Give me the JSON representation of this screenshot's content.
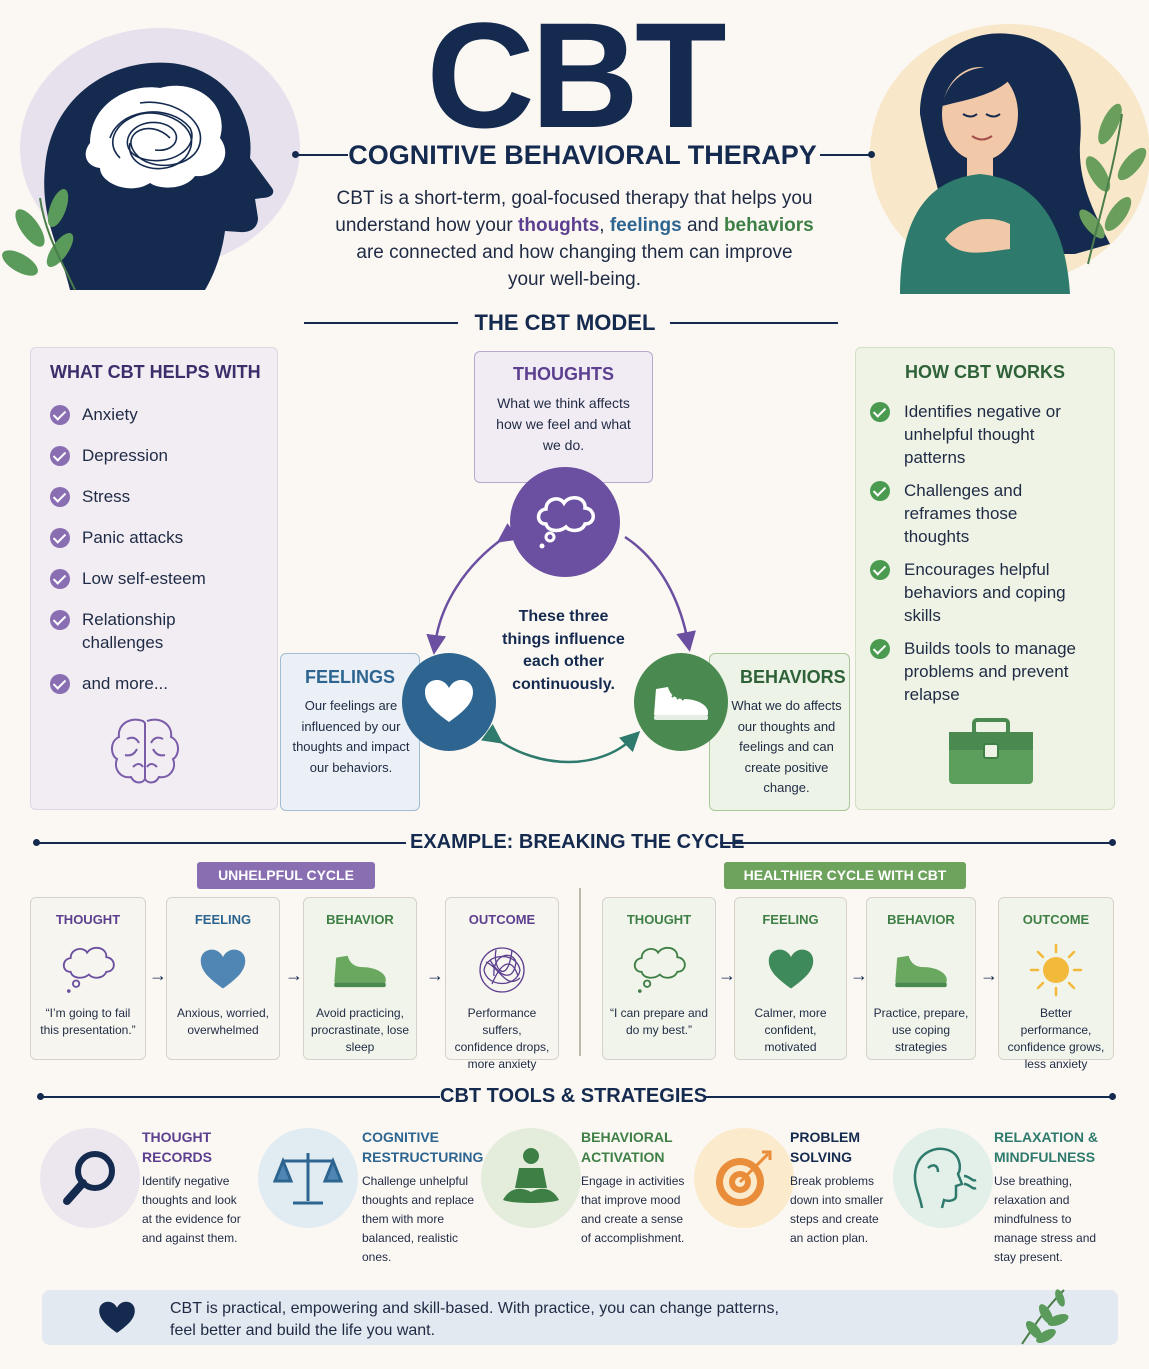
{
  "header": {
    "title": "CBT",
    "subtitle": "COGNITIVE BEHAVIORAL THERAPY",
    "intro_a": "CBT is a short-term, goal-focused therapy that helps you",
    "intro_b": "understand how your",
    "intro_thoughts": "thoughts",
    "intro_comma": ",",
    "intro_feelings": "feelings",
    "intro_and": "and",
    "intro_behaviors": "behaviors",
    "intro_c": "are connected and how changing them can improve",
    "intro_d": "your well-being."
  },
  "model": {
    "title": "THE CBT MODEL",
    "center_text": "These three things influence each other continuously.",
    "thoughts": {
      "title": "THOUGHTS",
      "text": "What we think affects how we feel and what we do."
    },
    "feelings": {
      "title": "FEELINGS",
      "text": "Our feelings are influenced by our thoughts and impact our behaviors."
    },
    "behaviors": {
      "title": "BEHAVIORS",
      "text": "What we do affects our thoughts and feelings and can create positive change."
    }
  },
  "helps": {
    "title": "WHAT CBT HELPS WITH",
    "items": [
      "Anxiety",
      "Depression",
      "Stress",
      "Panic attacks",
      "Low self-esteem",
      "Relationship challenges",
      "and more..."
    ]
  },
  "works": {
    "title": "HOW CBT WORKS",
    "items": [
      "Identifies negative or unhelpful thought patterns",
      "Challenges and reframes those thoughts",
      "Encourages helpful behaviors and coping skills",
      "Builds tools to manage problems and prevent relapse"
    ]
  },
  "example": {
    "title": "EXAMPLE: BREAKING THE CYCLE",
    "unhelpful_label": "UNHELPFUL CYCLE",
    "healthier_label": "HEALTHIER CYCLE WITH CBT",
    "unhelpful": [
      {
        "head": "THOUGHT",
        "text": "“I’m going to fail this presentation.”"
      },
      {
        "head": "FEELING",
        "text": "Anxious, worried, overwhelmed"
      },
      {
        "head": "BEHAVIOR",
        "text": "Avoid practicing, procrastinate, lose sleep"
      },
      {
        "head": "OUTCOME",
        "text": "Performance suffers, confidence drops, more anxiety"
      }
    ],
    "healthier": [
      {
        "head": "THOUGHT",
        "text": "“I can prepare and do my best.”"
      },
      {
        "head": "FEELING",
        "text": "Calmer, more confident, motivated"
      },
      {
        "head": "BEHAVIOR",
        "text": "Practice, prepare, use coping strategies"
      },
      {
        "head": "OUTCOME",
        "text": "Better performance, confidence grows, less anxiety"
      }
    ]
  },
  "tools": {
    "title": "CBT TOOLS & STRATEGIES",
    "items": [
      {
        "head": "THOUGHT RECORDS",
        "text": "Identify negative thoughts and look at the evidence for and against them."
      },
      {
        "head": "COGNITIVE RESTRUCTURING",
        "text": "Challenge unhelpful thoughts and replace them with more balanced, realistic ones."
      },
      {
        "head": "BEHAVIORAL ACTIVATION",
        "text": "Engage in activities that improve mood and create a sense of accomplishment."
      },
      {
        "head": "PROBLEM SOLVING",
        "text": "Break problems down into smaller steps and create an action plan."
      },
      {
        "head": "RELAXATION & MINDFULNESS",
        "text": "Use breathing, relaxation and mindfulness to manage stress and stay present."
      }
    ]
  },
  "footer": {
    "line1": "CBT is practical, empowering and skill-based. With practice, you can change patterns,",
    "line2": "feel better and build the life you want."
  },
  "colors": {
    "navy": "#142a4f",
    "purple": "#6b4fa0",
    "blue": "#2d6590",
    "green": "#4a8a50"
  }
}
